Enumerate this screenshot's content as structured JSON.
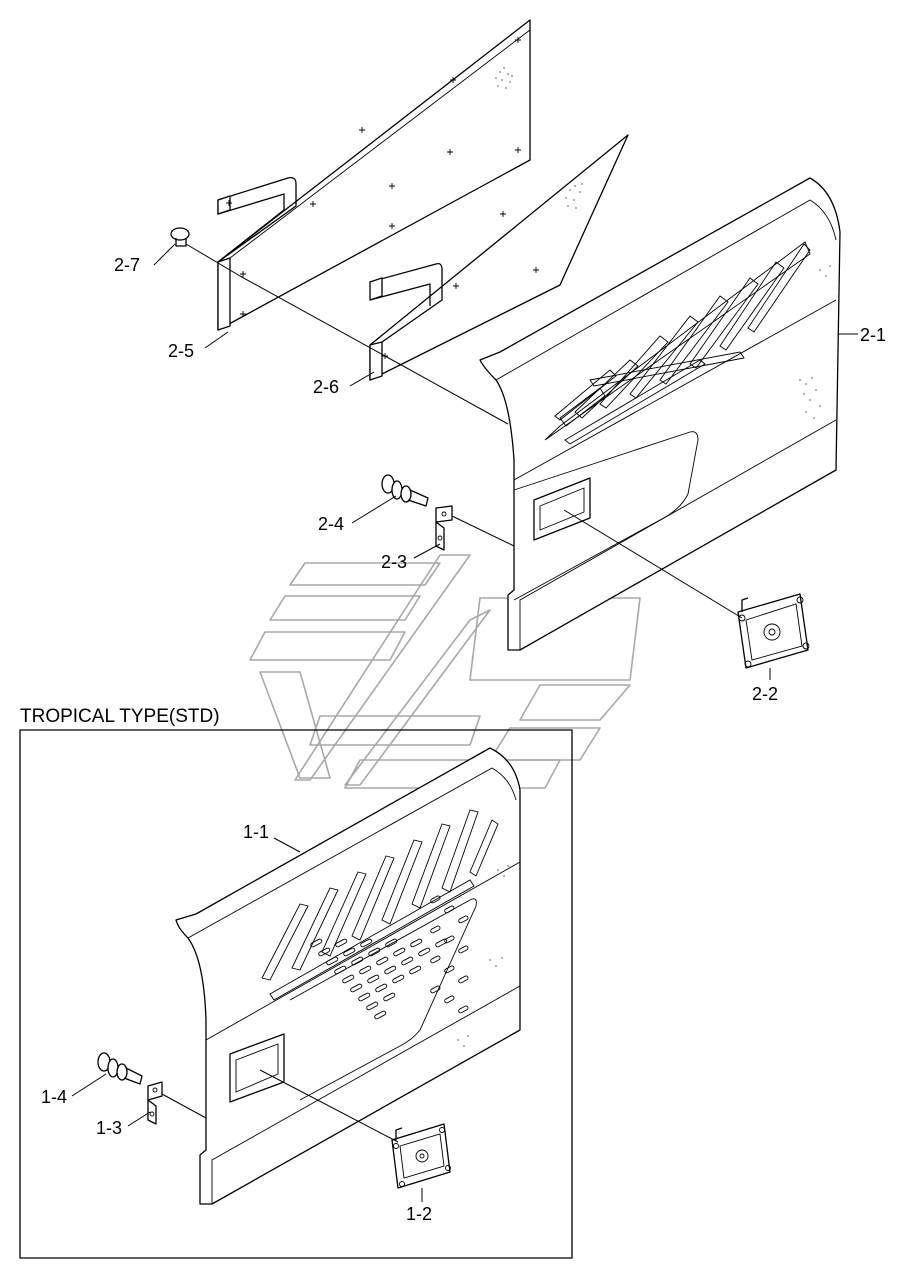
{
  "frame_title": "TROPICAL TYPE(STD)",
  "labels": {
    "p2_7": "2-7",
    "p2_5": "2-5",
    "p2_6": "2-6",
    "p2_1": "2-1",
    "p2_4": "2-4",
    "p2_3": "2-3",
    "p2_2": "2-2",
    "p1_1": "1-1",
    "p1_4": "1-4",
    "p1_3": "1-3",
    "p1_2": "1-2"
  }
}
